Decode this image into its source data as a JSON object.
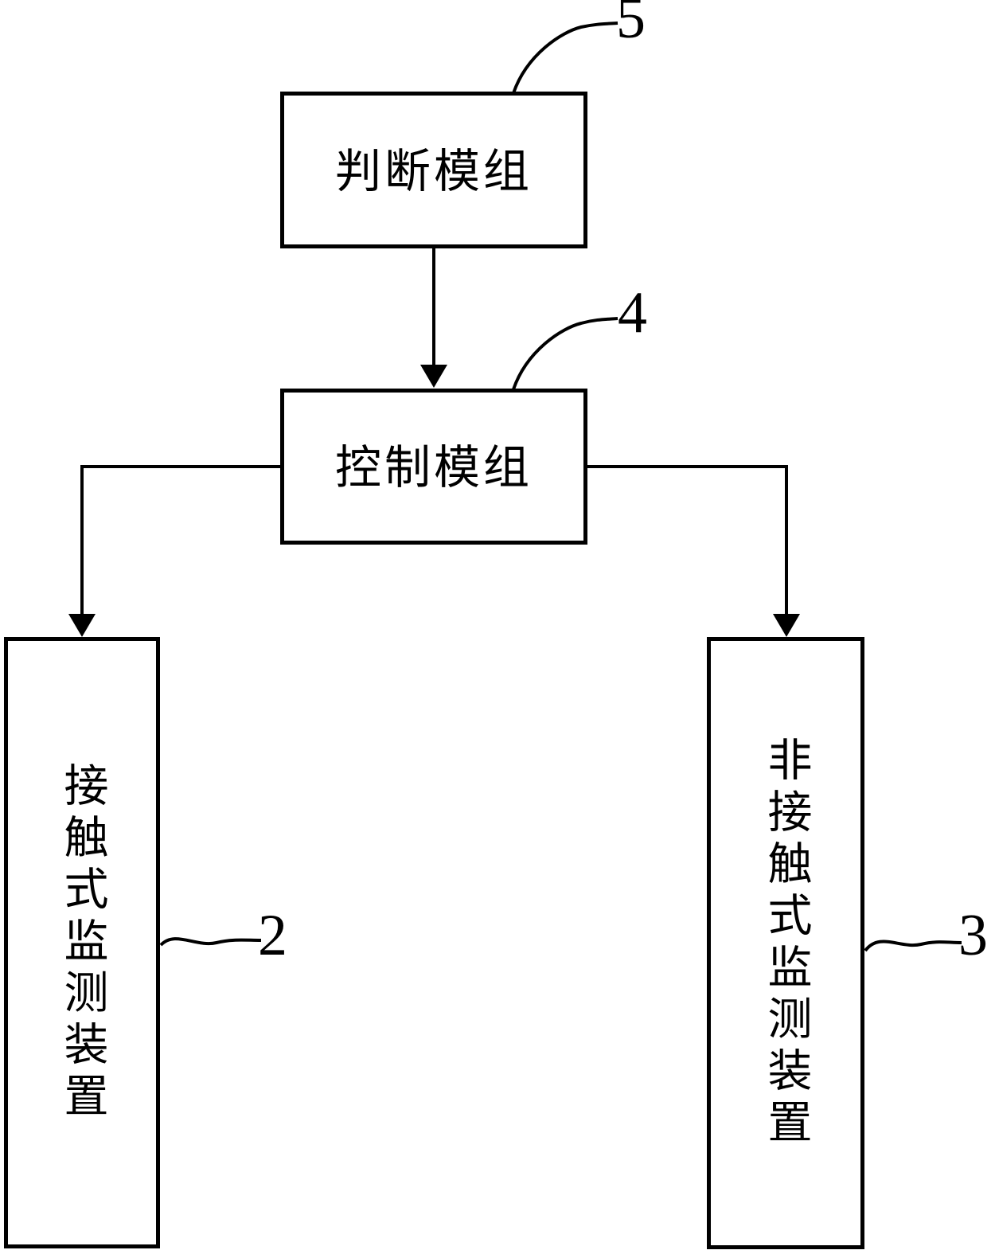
{
  "page": {
    "background": "#ffffff",
    "ink": "#000000"
  },
  "diagram": {
    "type": "block-diagram",
    "boxes": [
      {
        "id": "judgment-module",
        "label": "判断模组",
        "ref": "5",
        "orientation": "horizontal"
      },
      {
        "id": "control-module",
        "label": "控制模组",
        "ref": "4",
        "orientation": "horizontal"
      },
      {
        "id": "contact-monitoring-device",
        "label": "接触式监测装置",
        "ref": "2",
        "orientation": "vertical"
      },
      {
        "id": "non-contact-monitoring-device",
        "label": "非接触式监测装置",
        "ref": "3",
        "orientation": "vertical"
      }
    ],
    "connections": [
      {
        "from": "judgment-module",
        "to": "control-module",
        "style": "arrow-down"
      },
      {
        "from": "control-module",
        "to": "contact-monitoring-device",
        "style": "elbow-arrow-left-down"
      },
      {
        "from": "control-module",
        "to": "non-contact-monitoring-device",
        "style": "elbow-arrow-right-down"
      }
    ],
    "leaders": [
      {
        "ref": "5",
        "attaches_to": "judgment-module",
        "shape": "curved"
      },
      {
        "ref": "4",
        "attaches_to": "control-module",
        "shape": "curved"
      },
      {
        "ref": "2",
        "attaches_to": "contact-monitoring-device",
        "shape": "wavy"
      },
      {
        "ref": "3",
        "attaches_to": "non-contact-monitoring-device",
        "shape": "wavy"
      }
    ]
  }
}
